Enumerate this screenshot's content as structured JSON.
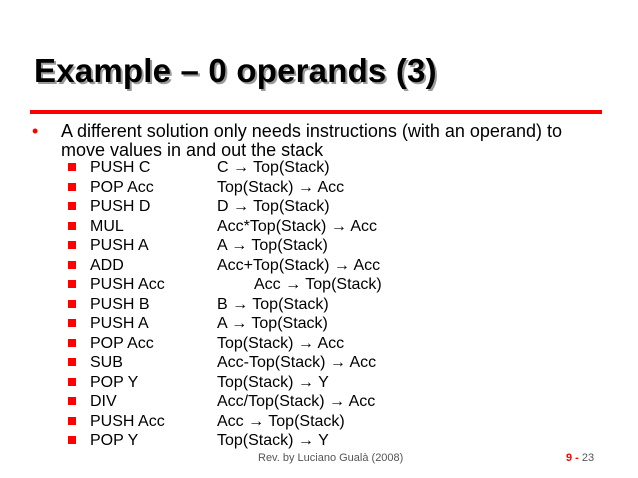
{
  "slide": {
    "title": "Example – 0 operands (3)",
    "bullet_symbol": "•",
    "intro": "A different solution only needs instructions (with an operand) to move values in and out the stack",
    "accent_color": "#ff0000",
    "items": [
      {
        "instr": "PUSH C",
        "effect": "C → Top(Stack)"
      },
      {
        "instr": "POP Acc",
        "effect": "Top(Stack) → Acc"
      },
      {
        "instr": "PUSH D",
        "effect": "D → Top(Stack)"
      },
      {
        "instr": "MUL",
        "effect": "Acc*Top(Stack) → Acc"
      },
      {
        "instr": "PUSH A",
        "effect": "A → Top(Stack)"
      },
      {
        "instr": "ADD",
        "effect": "Acc+Top(Stack) → Acc"
      },
      {
        "instr": "PUSH Acc",
        "effect": "Acc → Top(Stack)"
      },
      {
        "instr": "PUSH B",
        "effect": "B → Top(Stack)"
      },
      {
        "instr": "PUSH A",
        "effect": "A → Top(Stack)"
      },
      {
        "instr": "POP Acc",
        "effect": "Top(Stack) → Acc"
      },
      {
        "instr": "SUB",
        "effect": "Acc-Top(Stack) → Acc"
      },
      {
        "instr": "POP Y",
        "effect": "Top(Stack) → Y"
      },
      {
        "instr": "DIV",
        "effect": "Acc/Top(Stack) → Acc"
      },
      {
        "instr": "PUSH Acc",
        "effect": "Acc → Top(Stack)"
      },
      {
        "instr": "POP Y",
        "effect": "Top(Stack) → Y"
      }
    ],
    "footer": "Rev. by Luciano Gualà (2008)",
    "section_label": "9 -",
    "page_number": "23"
  }
}
